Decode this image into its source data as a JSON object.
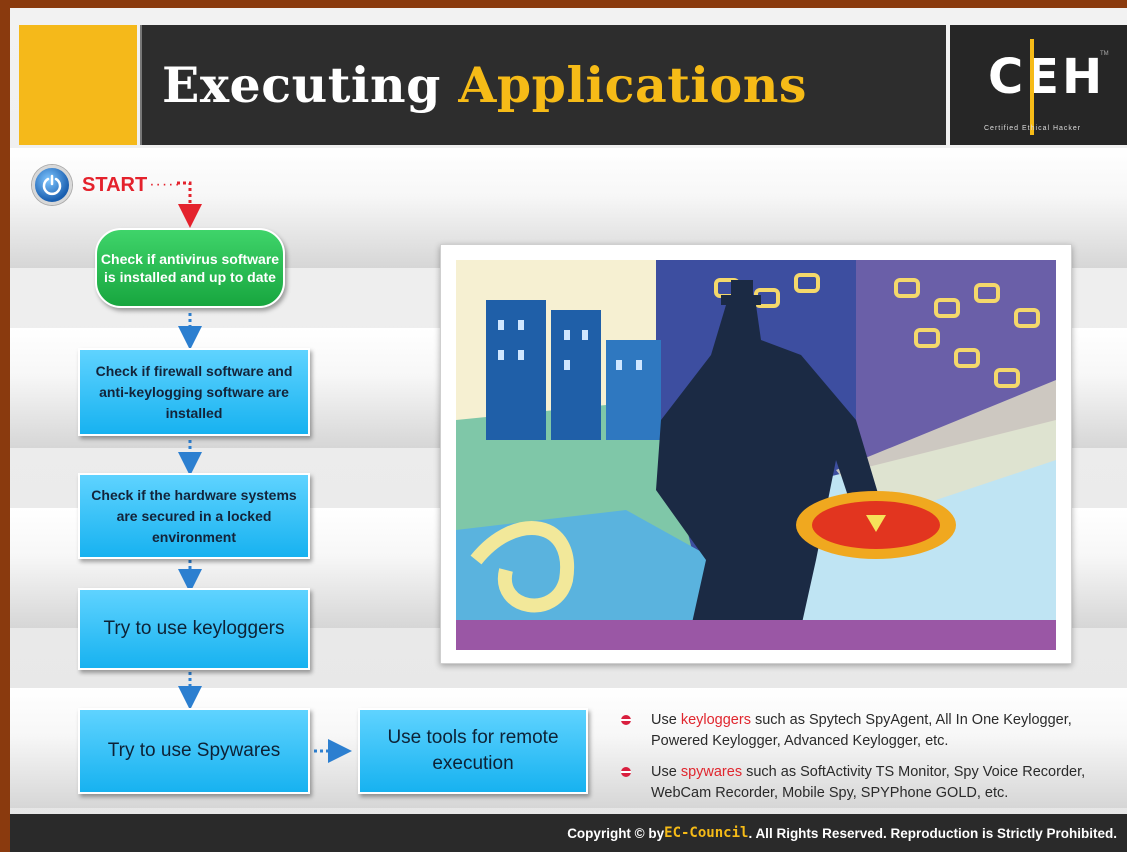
{
  "header": {
    "title_word1": "Executing",
    "title_word2": "Applications"
  },
  "logo": {
    "letters": "CEH",
    "subtitle": "Certified   Ethical   Hacker",
    "trademark": "TM"
  },
  "start": {
    "label": "START"
  },
  "flow": {
    "step1": "Check if antivirus software is installed and up to date",
    "step2": "Check if firewall software and anti-keylogging software are installed",
    "step3": "Check if the hardware systems are secured in a locked environment",
    "step4": "Try to use keyloggers",
    "step5": "Try to use Spywares",
    "step6": "Use tools for remote execution"
  },
  "bullets": [
    {
      "prefix": "Use ",
      "keyword": "keyloggers",
      "rest": " such as Spytech SpyAgent, All In One Keylogger, Powered Keylogger, Advanced Keylogger, etc."
    },
    {
      "prefix": "Use ",
      "keyword": "spywares",
      "rest": " such as SoftActivity TS Monitor, Spy Voice Recorder, WebCam Recorder, Mobile Spy, SPYPhone GOLD, etc."
    }
  ],
  "footer": {
    "prefix": "Copyright © by ",
    "brand": "EC-Council",
    "suffix": ". All Rights Reserved. Reproduction is Strictly Prohibited."
  },
  "colors": {
    "accent": "#f6bb17",
    "flow_blue": "#17b2f0",
    "flow_green": "#18a63f",
    "highlight": "#e0262e",
    "header_dark": "#2d2d2d"
  }
}
